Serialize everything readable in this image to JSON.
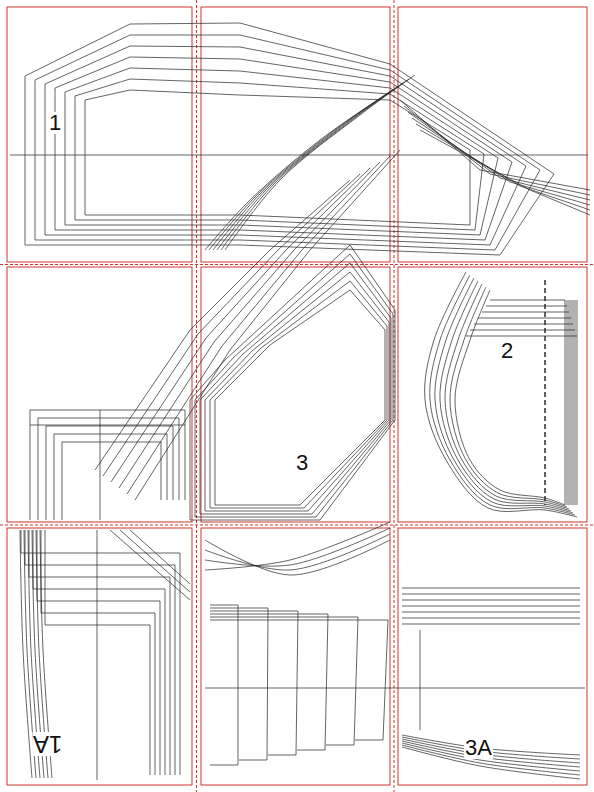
{
  "diagram": {
    "labels": [
      "1",
      "2",
      "3",
      "1A",
      "3A"
    ]
  }
}
